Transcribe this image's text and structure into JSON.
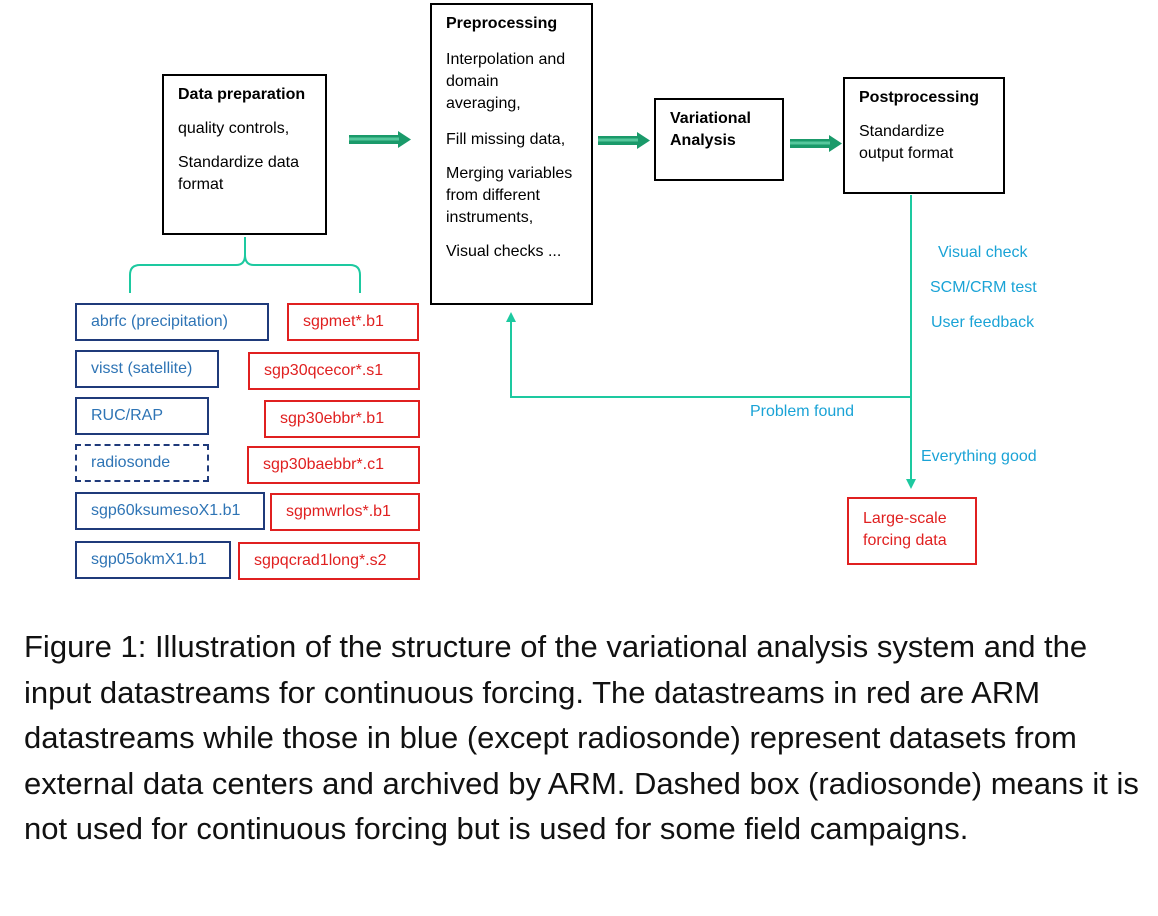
{
  "boxes": {
    "data_preparation": {
      "title": "Data preparation",
      "lines": [
        "quality controls,",
        "Standardize data format"
      ]
    },
    "preprocessing": {
      "title": "Preprocessing",
      "lines": [
        "Interpolation and domain averaging,",
        "Fill missing data,",
        "Merging variables from different instruments,",
        "Visual checks ..."
      ]
    },
    "variational_analysis": {
      "title": "Variational Analysis"
    },
    "postprocessing": {
      "title": "Postprocessing",
      "lines": [
        "Standardize output format"
      ]
    },
    "large_scale": {
      "text": "Large-scale forcing data"
    }
  },
  "datastreams_blue": [
    {
      "label": "abrfc (precipitation)",
      "dashed": false
    },
    {
      "label": "visst (satellite)",
      "dashed": false
    },
    {
      "label": "RUC/RAP",
      "dashed": false
    },
    {
      "label": "radiosonde",
      "dashed": true
    },
    {
      "label": "sgp60ksumesoX1.b1",
      "dashed": false
    },
    {
      "label": "sgp05okmX1.b1",
      "dashed": false
    }
  ],
  "datastreams_red": [
    {
      "label": "sgpmet*.b1"
    },
    {
      "label": "sgp30qcecor*.s1"
    },
    {
      "label": "sgp30ebbr*.b1"
    },
    {
      "label": "sgp30baebbr*.c1"
    },
    {
      "label": "sgpmwrlos*.b1"
    },
    {
      "label": "sgpqcrad1long*.s2"
    }
  ],
  "feedback_labels": {
    "visual_check": "Visual check",
    "scm_crm_test": "SCM/CRM test",
    "user_feedback": "User feedback",
    "problem_found": "Problem found",
    "everything_good": "Everything good"
  },
  "caption": "Figure 1: Illustration of the structure of the variational analysis system and the input datastreams for continuous forcing. The datastreams in red are ARM datastreams while those in blue (except radiosonde) represent datasets from external data centers and archived by ARM. Dashed box (radiosonde) means it is not used for continuous forcing but is used for some field campaigns.",
  "colors": {
    "blue_border": "#1f3a7a",
    "blue_text": "#2e74b5",
    "red": "#e02020",
    "teal": "#1dc9a0",
    "label_cyan": "#1aa3d6",
    "arrow_green": "#1a9a6a"
  }
}
